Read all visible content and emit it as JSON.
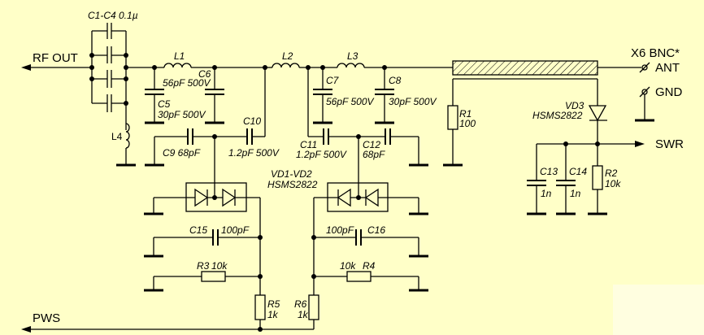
{
  "diagram": {
    "type": "rf-schematic",
    "background_color": "#ffffc8",
    "line_color": "#000000",
    "ports": {
      "rf_out": "RF OUT",
      "pws": "PWS",
      "swr": "SWR",
      "connector": "X6 BNC*",
      "ant": "ANT",
      "gnd": "GND"
    },
    "components": {
      "c1_c4": "C1-C4 0.1µ",
      "l1": "L1",
      "l2": "L2",
      "l3": "L3",
      "l4": "L4",
      "c5_name": "C5",
      "c5_value": "30pF 500V",
      "c6_name": "C6",
      "c6_value": "56pF 500V",
      "c7_name": "C7",
      "c7_value": "56pF 500V",
      "c8_name": "C8",
      "c8_value": "30pF 500V",
      "c9": "C9  68pF",
      "c10_name": "C10",
      "c10_value": "1.2pF 500V",
      "c11_name": "C11",
      "c11_value": "1.2pF 500V",
      "c12_name": "C12",
      "c12_value": "68pF",
      "vd1_vd2_name": "VD1-VD2",
      "vd1_vd2_part": "HSMS2822",
      "vd3_name": "VD3",
      "vd3_part": "HSMS2822",
      "r1_name": "R1",
      "r1_value": "100",
      "r2_name": "R2",
      "r2_value": "10k",
      "r3_name": "R3",
      "r3_value": "10k",
      "r4_name": "R4",
      "r4_value": "10k",
      "r5_name": "R5",
      "r5_value": "1k",
      "r6_name": "R6",
      "r6_value": "1k",
      "c13_name": "C13",
      "c13_value": "1n",
      "c14_name": "C14",
      "c14_value": "1n",
      "c15_name": "C15",
      "c15_value": "100pF",
      "c16_name": "C16",
      "c16_value": "100pF"
    }
  }
}
